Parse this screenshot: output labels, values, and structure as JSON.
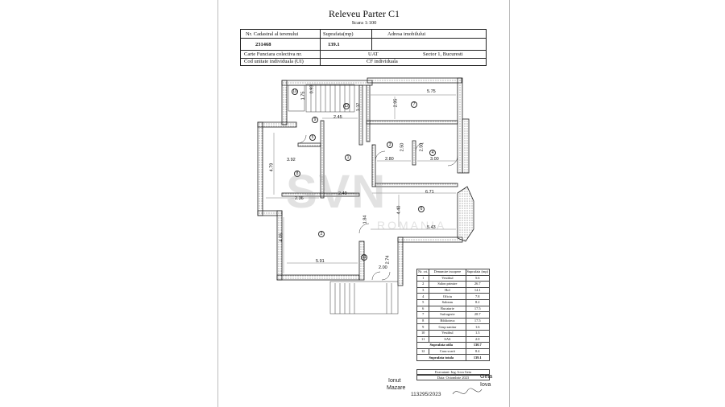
{
  "title": "Releveu Parter C1",
  "scale": "Scara 1:100",
  "header": {
    "cadastral_label": "Nr. Cadastral al terenului",
    "cadastral_value": "231468",
    "area_label": "Suprafata(mp)",
    "area_value": "139.1",
    "address_label": "Adresa imobilului",
    "cf_label": "Carte Funciara colectiva nr.",
    "uat_label": "UAT",
    "uat_value": "Sector 1, Bucuresti",
    "unit_label": "Cod unitate individuala (UI)",
    "cf_indiv_label": "CF individuala"
  },
  "dimensions": [
    "1.75",
    "0.93",
    "2.45",
    "2.95",
    "5.75",
    "2.50",
    "2.50",
    "2.80",
    "3.00",
    "3.92",
    "4.79",
    "2.36",
    "2.49",
    "6.71",
    "4.40",
    "5.43",
    "4.05",
    "5.91",
    "2.00",
    "2.74",
    "3.37",
    "1.84"
  ],
  "rooms": [
    "1",
    "2",
    "3",
    "4",
    "5",
    "6",
    "7",
    "8",
    "9",
    "10",
    "11",
    "12"
  ],
  "legend": {
    "headers": [
      "Nr. crt.",
      "Denumire incapere",
      "Suprafata (mp)"
    ],
    "rows": [
      [
        "1",
        "Vestibul",
        "5.6"
      ],
      [
        "2",
        "Salon primire",
        "26.7"
      ],
      [
        "3",
        "Hol",
        "14.1"
      ],
      [
        "4",
        "Oficiu",
        "7.8"
      ],
      [
        "5",
        "Salonas",
        "8.2"
      ],
      [
        "6",
        "Bucatarie",
        "17.5"
      ],
      [
        "7",
        "Sufragerie",
        "28.7"
      ],
      [
        "8",
        "Biblioteca",
        "17.5"
      ],
      [
        "9",
        "Grup sanitar",
        "1.6"
      ],
      [
        "10",
        "Vestibul",
        "1.3"
      ],
      [
        "11",
        "SAS",
        "2.0"
      ]
    ],
    "useful_label": "Suprafata utila",
    "useful_value": "130.7",
    "extra_row": [
      "12",
      "Casa scarii",
      "8.4"
    ],
    "total_label": "Suprafata totala",
    "total_value": "139.1",
    "executant": "Executant: Ing. Iova Geta",
    "date": "Data: Octombrie 2023"
  },
  "signatures": {
    "left_name_1": "Ionut",
    "left_name_2": "Mazare",
    "right_name_1": "Geta",
    "right_name_2": "Iova",
    "number": "113295/2023"
  },
  "watermark": {
    "main": "SVN",
    "sub": "ROMANIA"
  },
  "colors": {
    "line": "#222222",
    "hatch": "#555555",
    "watermark": "#969696"
  }
}
